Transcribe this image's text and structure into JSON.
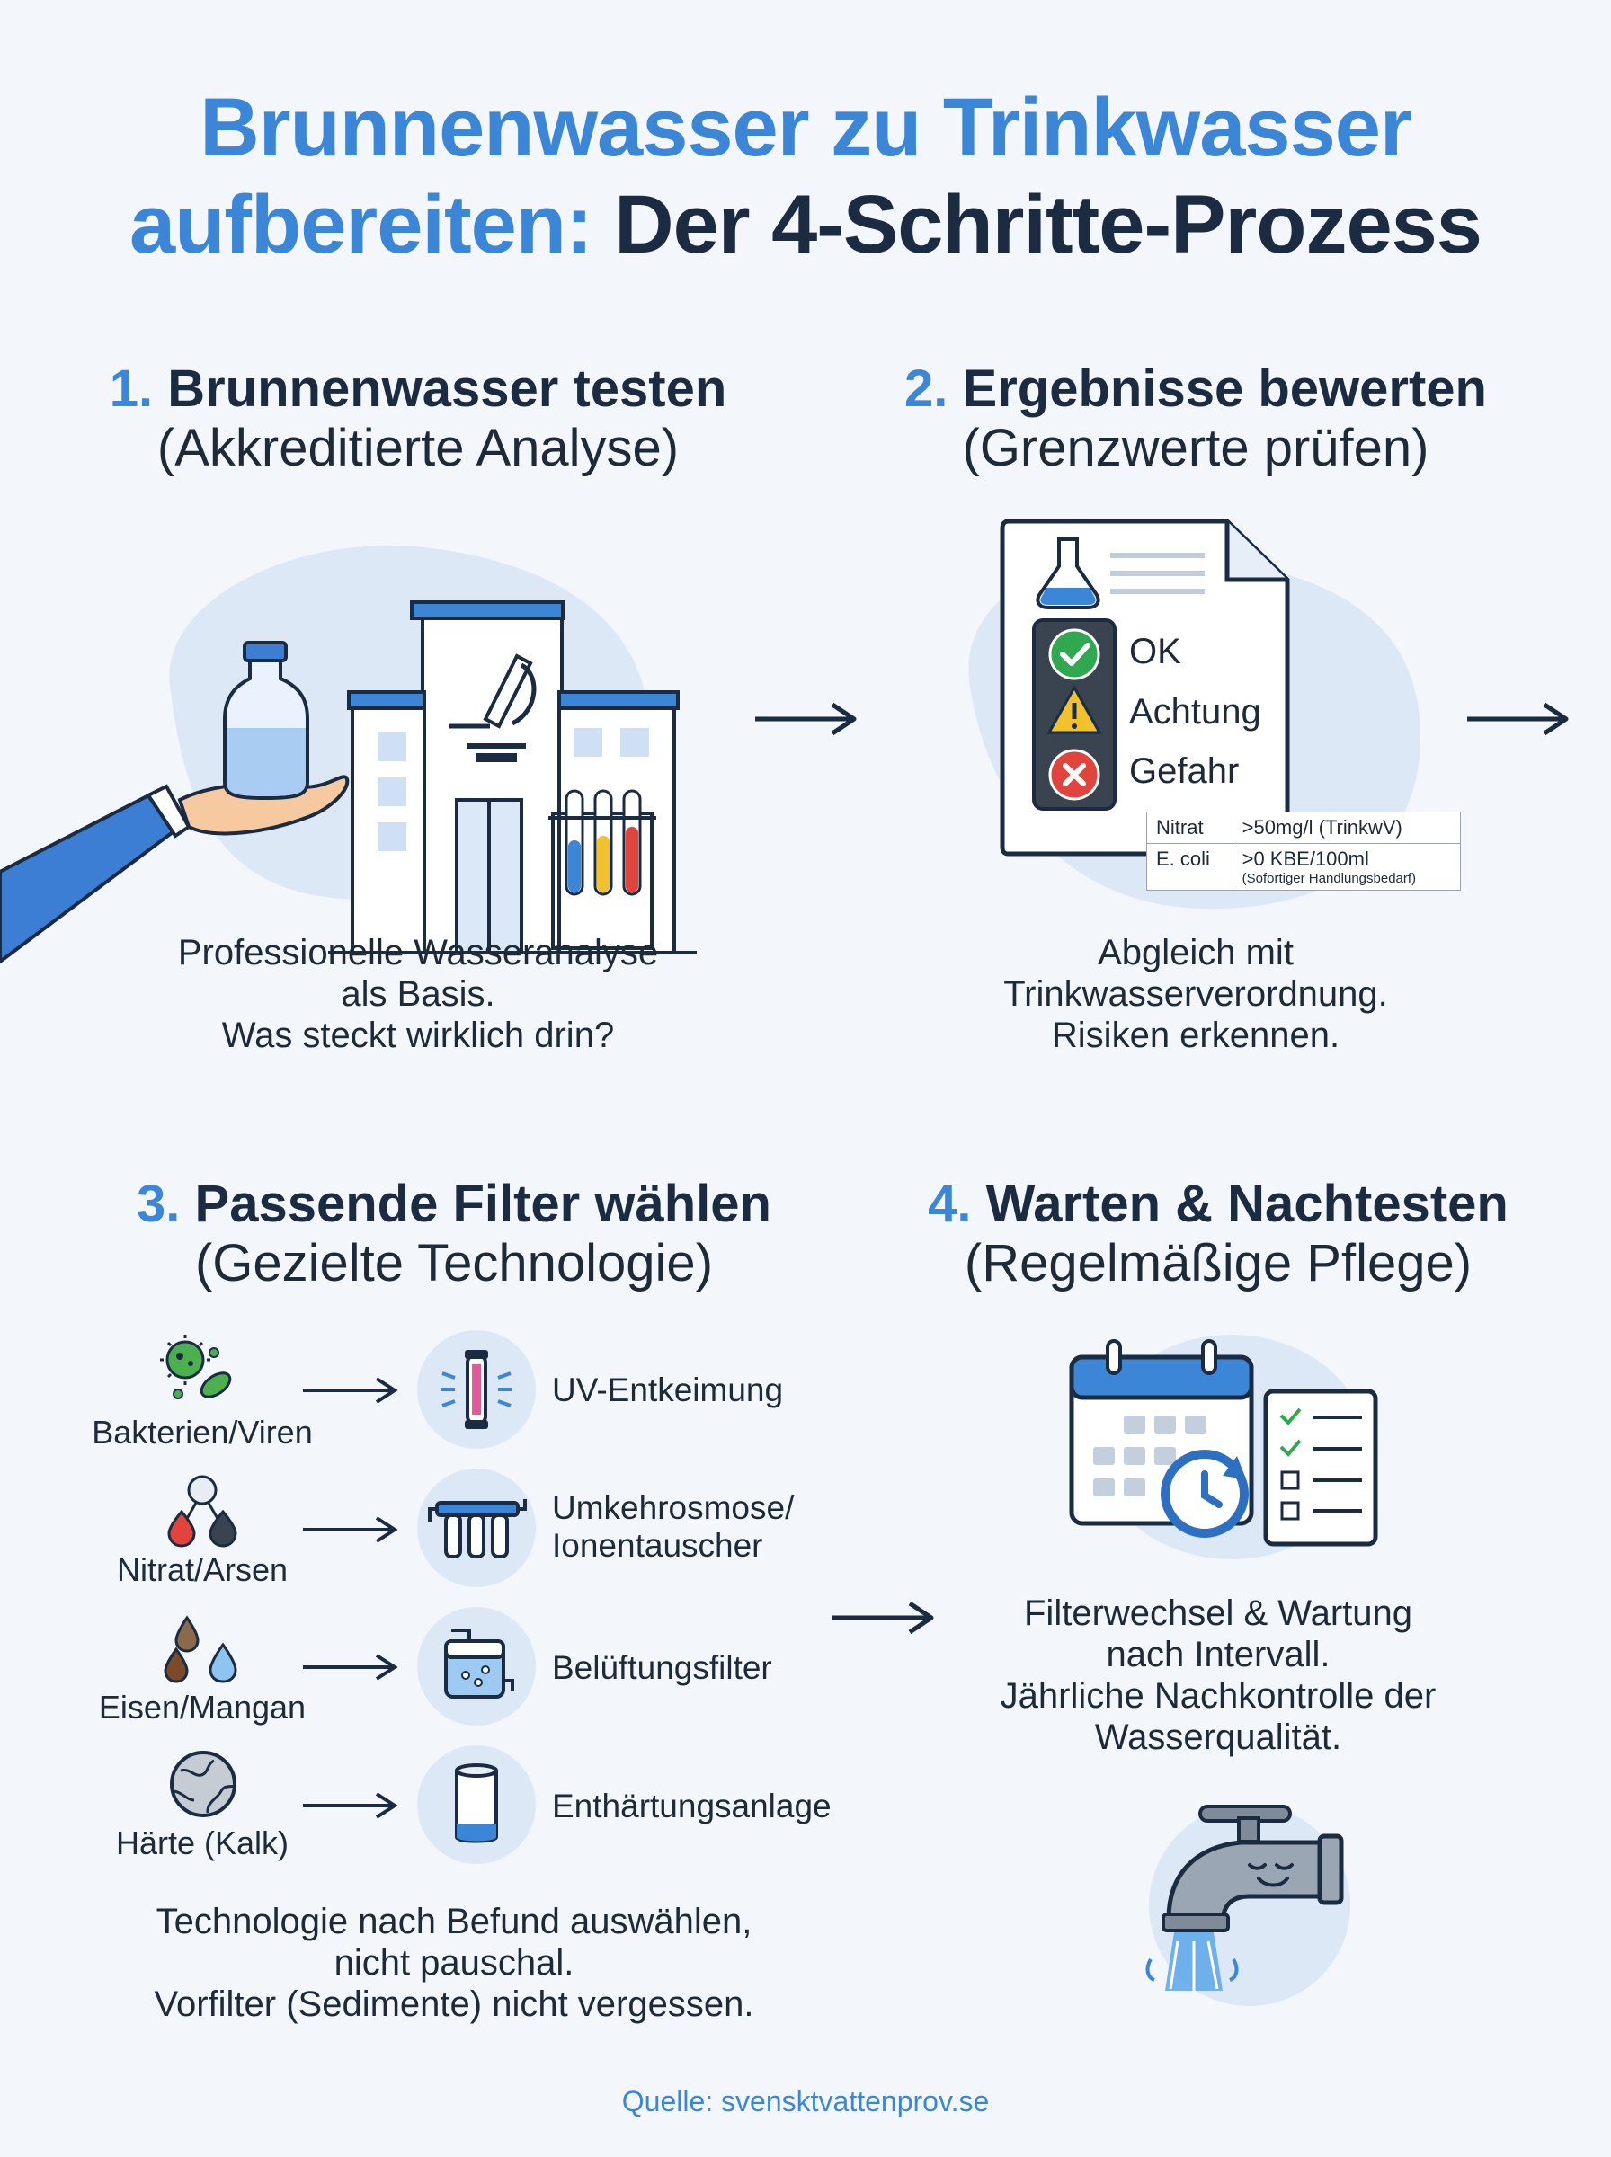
{
  "title": {
    "part1": "Brunnenwasser zu Trinkwasser",
    "part2_blue": "aufbereiten:",
    "part2_dark": "Der 4-Schritte-Prozess"
  },
  "steps": [
    {
      "num": "1.",
      "name": "Brunnenwasser testen",
      "sub": "(Akkreditierte Analyse)",
      "desc": [
        "Professionelle Wasseranalyse",
        "als Basis.",
        "Was steckt wirklich drin?"
      ]
    },
    {
      "num": "2.",
      "name": "Ergebnisse bewerten",
      "sub": "(Grenzwerte prüfen)",
      "desc": [
        "Abgleich mit",
        "Trinkwasserverordnung.",
        "Risiken erkennen."
      ],
      "statuses": [
        "OK",
        "Achtung",
        "Gefahr"
      ],
      "table": [
        {
          "param": "Nitrat",
          "value": ">50mg/l (TrinkwV)",
          "note": ""
        },
        {
          "param": "E. coli",
          "value": ">0 KBE/100ml",
          "note": "(Sofortiger Handlungsbedarf)"
        }
      ]
    },
    {
      "num": "3.",
      "name": "Passende Filter wählen",
      "sub": "(Gezielte Technologie)",
      "desc": [
        "Technologie nach Befund auswählen,",
        "nicht pauschal.",
        "Vorfilter (Sedimente) nicht vergessen."
      ],
      "filters": [
        {
          "problem": "Bakterien/Viren",
          "tech": "UV-Entkeimung"
        },
        {
          "problem": "Nitrat/Arsen",
          "tech": "Umkehrosmose/\nIonentauscher"
        },
        {
          "problem": "Eisen/Mangan",
          "tech": "Belüftungsfilter"
        },
        {
          "problem": "Härte (Kalk)",
          "tech": "Enthärtungsanlage"
        }
      ]
    },
    {
      "num": "4.",
      "name": "Warten & Nachtesten",
      "sub": "(Regelmäßige Pflege)",
      "desc": [
        "Filterwechsel & Wartung",
        "nach Intervall.",
        "Jährliche Nachkontrolle der",
        "Wasserqualität."
      ]
    }
  ],
  "source": "Quelle: svensktvattenprov.se",
  "colors": {
    "accent": "#3b86d6",
    "dark": "#1b2c42",
    "ok": "#2fa84f",
    "warn": "#f2c12e",
    "danger": "#e0443c"
  }
}
